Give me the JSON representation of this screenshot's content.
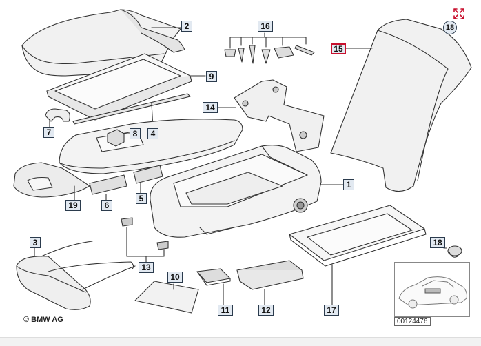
{
  "diagram": {
    "copyright": "© BMW AG",
    "diagram_number": "00124476",
    "callouts": {
      "c1": "1",
      "c2": "2",
      "c3": "3",
      "c4": "4",
      "c5": "5",
      "c6": "6",
      "c7": "7",
      "c8": "8",
      "c9": "9",
      "c10": "10",
      "c11": "11",
      "c12": "12",
      "c13": "13",
      "c14": "14",
      "c15": "15",
      "c16": "16",
      "c17": "17",
      "c18a": "18",
      "c18b": "18",
      "c19": "19"
    },
    "highlighted_part": "15"
  },
  "colors": {
    "highlight": "#c8102e",
    "label_fill": "#e2e9f1",
    "line": "#2b3b4d"
  },
  "icons": {
    "expand": "expand-arrows-icon"
  }
}
